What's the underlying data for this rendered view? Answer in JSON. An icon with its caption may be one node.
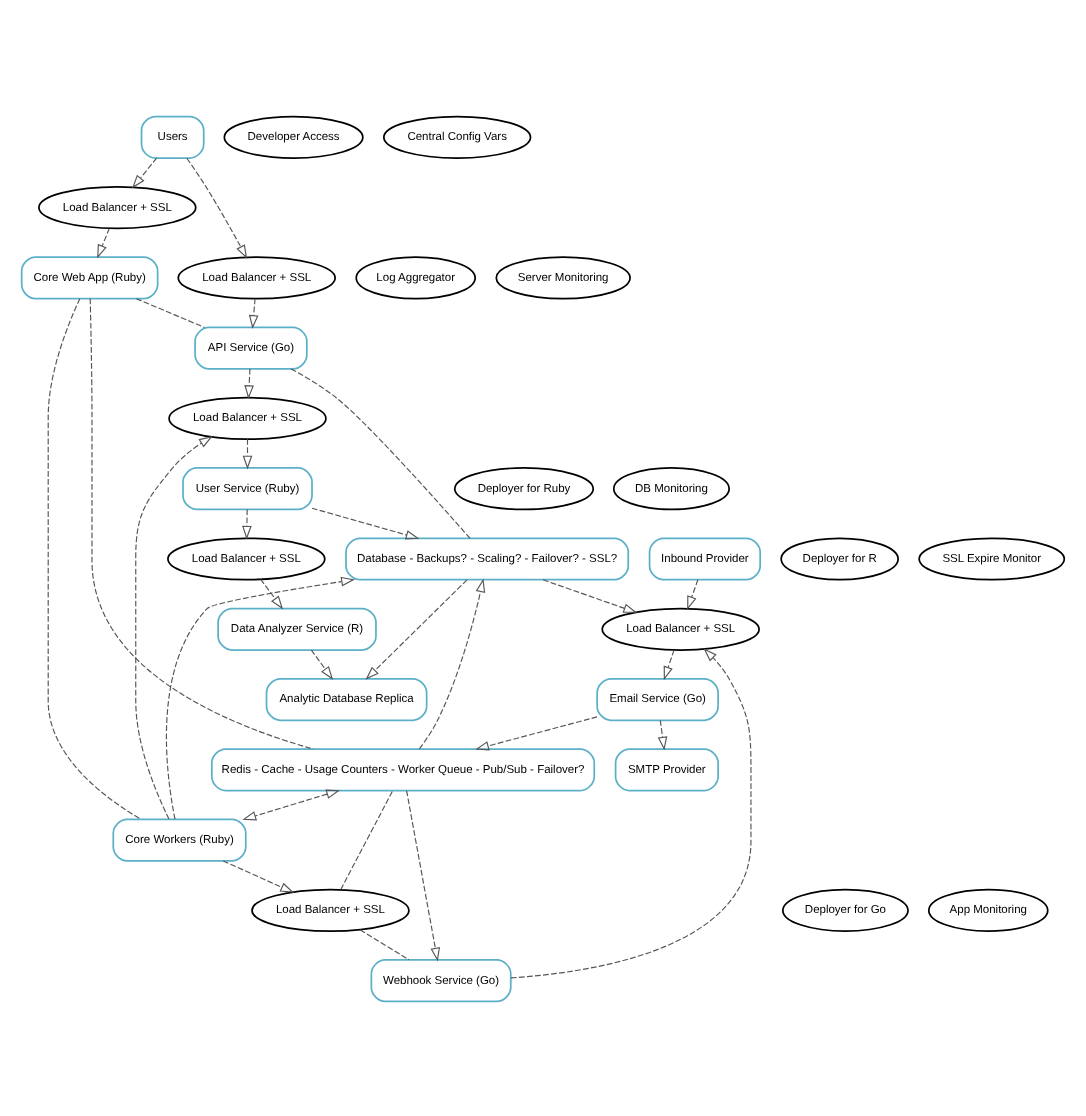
{
  "diagram": {
    "nodes": [
      {
        "text": [
          "Users"
        ]
      },
      {
        "text": [
          "Load Balancer + SSL"
        ]
      },
      {
        "text": [
          "Load Balancer + SSL"
        ]
      },
      {
        "text": [
          "Core Web App (Ruby)"
        ]
      },
      {
        "text": [
          "API Service (Go)"
        ]
      },
      {
        "text": [
          "Core Workers (Ruby)"
        ]
      },
      {
        "text": [
          "Load Balancer + SSL"
        ]
      },
      {
        "text": [
          "Load Balancer + SSL"
        ]
      },
      {
        "text": [
          "Redis - Cache - Usage Counters - Worker Queue - Pub/Sub - Failover?"
        ]
      },
      {
        "text": [
          "Database - Backups? - Scaling? - Failover? - SSL?"
        ]
      },
      {
        "text": [
          "Webhook Service (Go)"
        ]
      },
      {
        "text": [
          "User Service (Ruby)"
        ]
      },
      {
        "text": [
          "Load Balancer + SSL"
        ]
      },
      {
        "text": [
          "Analytic Database Replica"
        ]
      },
      {
        "text": [
          "Load Balancer + SSL"
        ]
      },
      {
        "text": [
          "Inbound Provider"
        ]
      },
      {
        "text": [
          "Email Service (Go)"
        ]
      },
      {
        "text": [
          "Data Analyzer Service (R)"
        ]
      },
      {
        "text": [
          "SMTP Provider"
        ]
      },
      {
        "text": [
          "Log Aggregator"
        ]
      },
      {
        "text": [
          "Server Monitoring"
        ]
      },
      {
        "text": [
          "Deployer for Go"
        ]
      },
      {
        "text": [
          "App Monitoring"
        ]
      },
      {
        "text": [
          "Deployer for Ruby"
        ]
      },
      {
        "text": [
          "DB Monitoring"
        ]
      },
      {
        "text": [
          "Deployer for R"
        ]
      },
      {
        "text": [
          "SSL Expire Monitor"
        ]
      },
      {
        "text": [
          "Developer Access"
        ]
      },
      {
        "text": [
          "Central Config Vars"
        ]
      }
    ],
    "edges": [
      {
        "from": 0,
        "to": 1,
        "arrow": "to",
        "style": "dashed"
      },
      {
        "from": 0,
        "to": 2,
        "arrow": "to",
        "style": "dashed"
      },
      {
        "from": 1,
        "to": 3,
        "arrow": "to",
        "style": "dashed"
      },
      {
        "from": 2,
        "to": 4,
        "arrow": "to",
        "style": "dashed"
      },
      {
        "from": 3,
        "to": 4,
        "arrow": "none",
        "style": "dashed"
      },
      {
        "from": 3,
        "to": 5,
        "arrow": "none",
        "style": "dashed"
      },
      {
        "from": 3,
        "to": 8,
        "arrow": "none",
        "style": "dashed"
      },
      {
        "from": 5,
        "to": 7,
        "arrow": "to",
        "style": "dashed"
      },
      {
        "from": 8,
        "to": 5,
        "arrow": "both",
        "style": "dashed"
      },
      {
        "from": 5,
        "to": 9,
        "arrow": "to",
        "style": "dashed"
      },
      {
        "from": 5,
        "to": 6,
        "arrow": "to",
        "style": "dashed"
      },
      {
        "from": 4,
        "to": 6,
        "arrow": "to",
        "style": "dashed"
      },
      {
        "from": 4,
        "to": 9,
        "arrow": "none",
        "style": "dashed"
      },
      {
        "from": 7,
        "to": 8,
        "arrow": "none",
        "style": "dashed"
      },
      {
        "from": 7,
        "to": 10,
        "arrow": "none",
        "style": "dashed"
      },
      {
        "from": 8,
        "to": 10,
        "arrow": "to",
        "style": "dashed"
      },
      {
        "from": 8,
        "to": 9,
        "arrow": "to",
        "style": "dashed"
      },
      {
        "from": 6,
        "to": 11,
        "arrow": "to",
        "style": "dashed"
      },
      {
        "from": 11,
        "to": 9,
        "arrow": "to",
        "style": "dashed"
      },
      {
        "from": 11,
        "to": 14,
        "arrow": "to",
        "style": "dashed"
      },
      {
        "from": 9,
        "to": 13,
        "arrow": "to",
        "style": "dashed"
      },
      {
        "from": 10,
        "to": 12,
        "arrow": "to",
        "style": "dashed"
      },
      {
        "from": 9,
        "to": 12,
        "arrow": "to",
        "style": "dashed"
      },
      {
        "from": 15,
        "to": 12,
        "arrow": "to",
        "style": "dashed"
      },
      {
        "from": 12,
        "to": 16,
        "arrow": "to",
        "style": "dashed"
      },
      {
        "from": 16,
        "to": 8,
        "arrow": "to",
        "style": "dashed"
      },
      {
        "from": 16,
        "to": 18,
        "arrow": "to",
        "style": "dashed"
      },
      {
        "from": 14,
        "to": 17,
        "arrow": "to",
        "style": "dashed"
      },
      {
        "from": 17,
        "to": 13,
        "arrow": "to",
        "style": "dashed"
      }
    ]
  }
}
